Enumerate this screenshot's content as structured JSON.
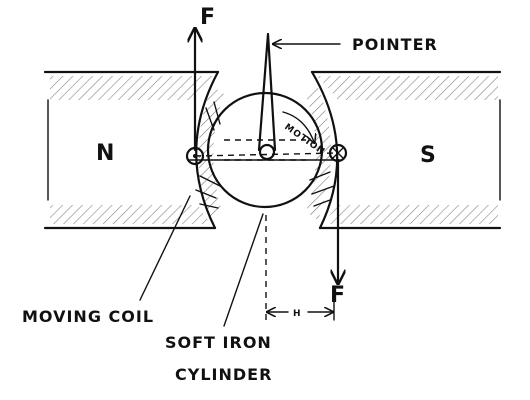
{
  "diagram": {
    "labels": {
      "force_top": "F",
      "force_bottom": "F",
      "pointer": "POINTER",
      "north_pole": "N",
      "south_pole": "S",
      "motion": "MOTION",
      "moving_coil": "MOVING COIL",
      "soft_iron_line1": "SOFT IRON",
      "soft_iron_line2": "CYLINDER",
      "gap": "H"
    }
  }
}
